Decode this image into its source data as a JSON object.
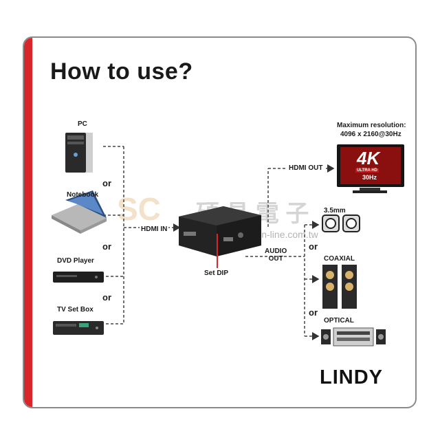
{
  "title": "How to use?",
  "sources": [
    {
      "label": "PC",
      "icon": "pc-tower-icon"
    },
    {
      "label": "Notebook",
      "icon": "laptop-icon"
    },
    {
      "label": "DVD Player",
      "icon": "dvd-player-icon"
    },
    {
      "label": "TV Set Box",
      "icon": "set-top-box-icon"
    }
  ],
  "or_label": "or",
  "hdmi_in": "HDMI IN",
  "hdmi_out": "HDMI OUT",
  "audio_out": "AUDIO\nOUT",
  "set_dip": "Set DIP",
  "max_res_title": "Maximum resolution:",
  "max_res_value": "4096 x 2160@30Hz",
  "tv_badge": {
    "big": "4K",
    "strip": "ULTRA HD",
    "hz": "30Hz"
  },
  "audio_outputs": [
    {
      "label": "3.5mm",
      "icon": "desktop-speakers-icon"
    },
    {
      "label": "COAXIAL",
      "icon": "tower-speakers-icon"
    },
    {
      "label": "OPTICAL",
      "icon": "hifi-system-icon"
    }
  ],
  "brand": "LINDY",
  "watermark": {
    "cjk": "碩 昌 電 子",
    "url": "www.scon-line.com.tw"
  },
  "colors": {
    "accent": "#d9262b",
    "border": "#8a8a8a",
    "text": "#1a1a1a"
  }
}
